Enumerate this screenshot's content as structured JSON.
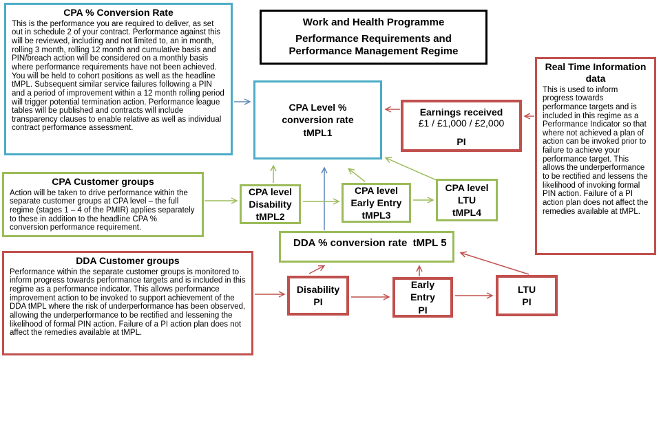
{
  "header": {
    "line1": "Work and Health Programme",
    "line2": "Performance Requirements and Performance Management Regime"
  },
  "boxes": {
    "cpa_conversion": {
      "title": "CPA % Conversion Rate",
      "body": "This is the performance you are required to deliver, as set out in schedule 2 of your contract. Performance against this will be reviewed, including and not limited to, an in month, rolling 3 month, rolling 12 month and cumulative basis and PIN/breach action will be considered on a monthly basis where performance requirements have not been achieved. You will be held to cohort positions as well as the headline tMPL. Subsequent similar service failures following a PIN and a period of improvement within a 12 month rolling period will trigger potential termination action. Performance league tables will be published and contracts will include transparency clauses to enable relative as well as individual contract performance assessment."
    },
    "rti": {
      "title": "Real Time Information\ndata",
      "body": "This is used to inform progress towards performance targets and is included in this regime as a Performance Indicator so that where not achieved a plan of action can be invoked prior to failure to achieve your performance target. This allows the underperformance to be rectified and lessens the likelihood of invoking formal PIN action. Failure of a PI action plan does not affect the remedies available at tMPL."
    },
    "cpa_level": {
      "label": "CPA Level %\nconversion rate\ntMPL1"
    },
    "earnings": {
      "title": "Earnings received",
      "amounts": "£1 / £1,000 / £2,000",
      "pi": "PI"
    },
    "cpa_groups": {
      "title": "CPA Customer groups",
      "body": "Action will be taken to drive performance within the separate customer groups at CPA level – the full regime (stages 1 – 4 of the PMIR) applies separately to these in addition to the headline CPA % conversion performance requirement."
    },
    "tmpl2": {
      "label": "CPA level\nDisability\ntMPL2"
    },
    "tmpl3": {
      "label": "CPA level\nEarly Entry\ntMPL3"
    },
    "tmpl4": {
      "label": "CPA level\nLTU\ntMPL4"
    },
    "dda_rate": {
      "label": "DDA % conversion rate  tMPL 5"
    },
    "dda_groups": {
      "title": "DDA Customer groups",
      "body": "Performance within the separate customer groups is monitored to inform progress towards performance targets and is included in this regime as a performance indicator. This allows performance improvement action to be invoked to support achievement of the DDA tMPL where the risk of underperformance has been observed, allowing the underperformance to be rectified and lessening the likelihood of formal PIN action. Failure of a PI action plan does not affect the remedies available at tMPL."
    },
    "disability_pi": {
      "label": "Disability\nPI"
    },
    "early_entry_pi": {
      "label": "Early\nEntry\nPI"
    },
    "ltu_pi": {
      "label": "LTU\nPI"
    }
  },
  "colors": {
    "teal_border": "#4BACC6",
    "green_border": "#9BBB59",
    "red_border": "#C0504D",
    "blue_arrow": "#5E87B8",
    "black_border": "#000000"
  }
}
